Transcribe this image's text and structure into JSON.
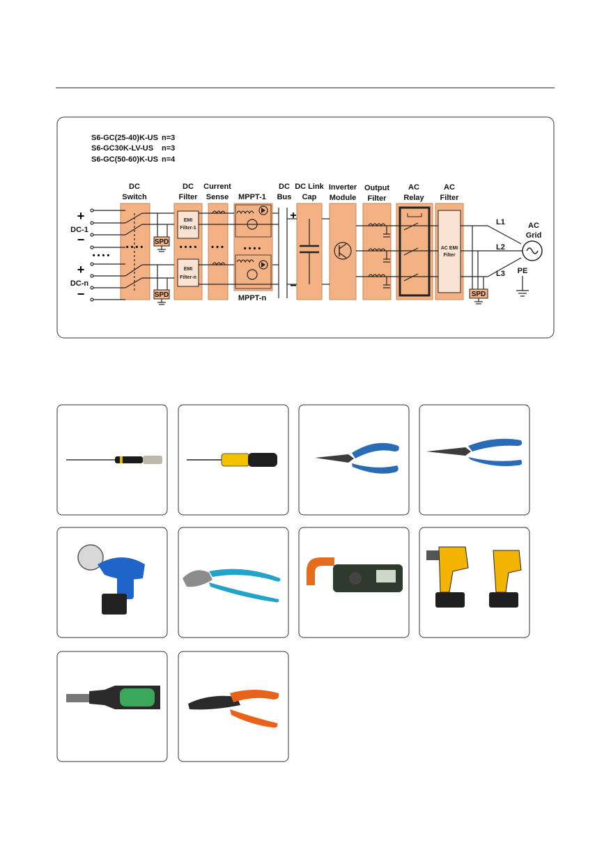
{
  "models": [
    {
      "name": "S6-GC(25-40)K-US",
      "n": "n=3"
    },
    {
      "name": "S6-GC30K-LV-US",
      "n": "n=3"
    },
    {
      "name": "S6-GC(50-60)K-US",
      "n": "n=4"
    }
  ],
  "blocks": {
    "dc_switch": [
      "DC",
      "Switch"
    ],
    "dc_filter": [
      "DC",
      "Filter"
    ],
    "current_sense": [
      "Current",
      "Sense"
    ],
    "mppt1": "MPPT-1",
    "mpptn": "MPPT-n",
    "dc_bus": [
      "DC",
      "Bus"
    ],
    "dc_link_cap": [
      "DC Link",
      "Cap"
    ],
    "inverter_module": [
      "Inverter",
      "Module"
    ],
    "output_filter": [
      "Output",
      "Filter"
    ],
    "ac_relay": [
      "AC",
      "Relay"
    ],
    "ac_filter": [
      "AC",
      "Filter"
    ]
  },
  "emi": {
    "filter1": [
      "EMI",
      "Filter-1"
    ],
    "filtern": [
      "EMI",
      "Filter-n"
    ],
    "ac_emi": [
      "AC EMI",
      "Filter"
    ]
  },
  "inputs": {
    "dc1": "DC-1",
    "dcn": "DC-n",
    "plus": "+",
    "minus": "−",
    "dots": "• • • •"
  },
  "spd": "SPD",
  "bus_plus": "+",
  "bus_minus": "−",
  "lines": {
    "l1": "L1",
    "l2": "L2",
    "l3": "L3",
    "pe": "PE"
  },
  "grid": [
    "AC",
    "Grid"
  ],
  "tools": [
    "precision-screwdriver",
    "yellow-handle-screwdriver",
    "wire-stripper",
    "wire-stripper-crimper",
    "hydraulic-crimping-tool",
    "tongue-and-groove-pliers",
    "clamp-multimeter",
    "cordless-drill-and-impact-driver",
    "torque-screwdriver",
    "ratchet-crimping-pliers"
  ],
  "colors": {
    "block": "#f4b183",
    "wire": "#222222"
  }
}
